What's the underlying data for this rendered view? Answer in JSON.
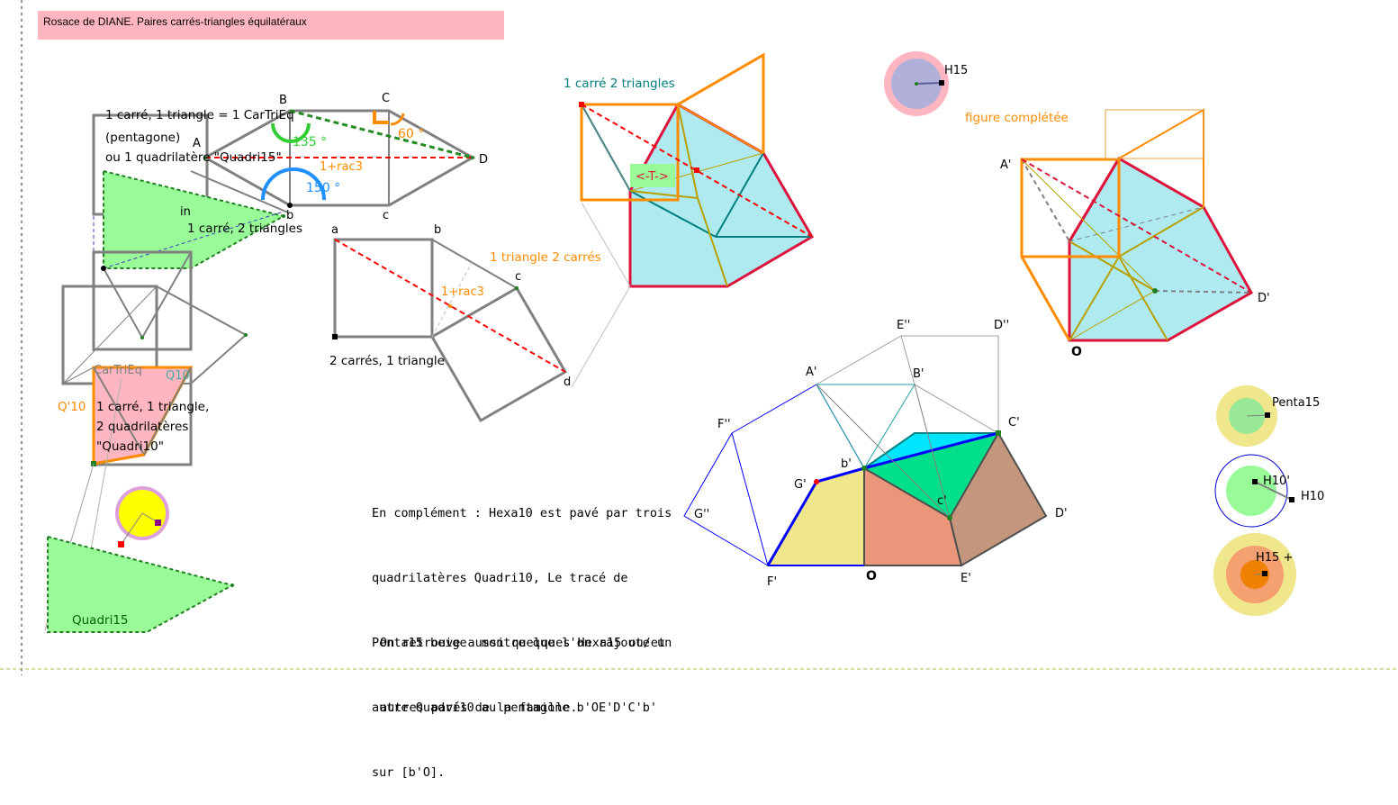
{
  "title": "Rosace de DIANE. Paires carrés-triangles équilatéraux",
  "labels": {
    "left_desc1": "1 carré, 1 triangle = 1 CarTriEq",
    "left_desc2": "(pentagone)",
    "left_desc3": "ou 1 quadrilatère \"Quadri15\"",
    "carre2tri_left": "1 carré, 2 triangles",
    "in": "in",
    "deg135": "135 °",
    "deg150": "150 °",
    "deg60": "60 °",
    "rac3_top": "1+rac3",
    "rac3_mid": "1+rac3",
    "tri2carres": "1 triangle 2 carrés",
    "carres2tri": "2 carrés, 1 triangle",
    "carre2tri_top": "1 carré 2 triangles",
    "figure_completee": "figure complétée",
    "cartrieq": "CarTriEq",
    "q10": "Q10",
    "q10p": "Q'10",
    "desc4_1": "1 carré, 1 triangle,",
    "desc4_2": "2 quadrilatères",
    "desc4_3": "\"Quadri10\"",
    "quadri15": "Quadri15",
    "T_button": "<-T->",
    "H15": "H15",
    "Penta15": "Penta15",
    "H10p": "H10'",
    "H10": "H10",
    "H15plus": "H15 +",
    "pt": {
      "A": "A",
      "B": "B",
      "C": "C",
      "D": "D",
      "b_up": "b",
      "c_up": "c",
      "a": "a",
      "b": "b",
      "c": "c",
      "d": "d",
      "Ap_fig": "A'",
      "Dp_fig": "D'",
      "O_fig": "O",
      "Epp": "E''",
      "Dpp": "D''",
      "Ap": "A'",
      "Bp": "B'",
      "Cp": "C'",
      "Fpp": "F''",
      "bp": "b'",
      "Gp": "G'",
      "Gpp": "G''",
      "cp": "c'",
      "Dp": "D'",
      "Fp": "F'",
      "O": "O",
      "Ep": "E'"
    }
  },
  "note1": [
    "En complément : Hexa10 est pavé par trois",
    "quadrilatères Quadri10, Le tracé de",
    "Penta15 beige  montre que l'on rajoute un",
    "autre Quadri10 au pentagone b'OE'D'C'b'",
    "sur [b'O]."
  ],
  "note2": [
    "On retrouve aussi quelques Hexa15 ou/et",
    "autres pavés de la famille."
  ],
  "colors": {
    "title_bg": "#ffb6c1",
    "green_fill": "#98fb98",
    "cyan_fill": "#aeeaf0",
    "orange": "#ff8c00",
    "red": "#ff0000",
    "crimson": "#dc143c",
    "gray": "#808080",
    "teal": "#008080",
    "olive": "#b8a000",
    "blue": "#0000ff",
    "yellow": "#ffff00",
    "khaki": "#f0e68c",
    "salmon": "#e9967a",
    "rosybrown": "#c4967e",
    "aqua": "#00e5ff",
    "mint": "#00e08a"
  }
}
